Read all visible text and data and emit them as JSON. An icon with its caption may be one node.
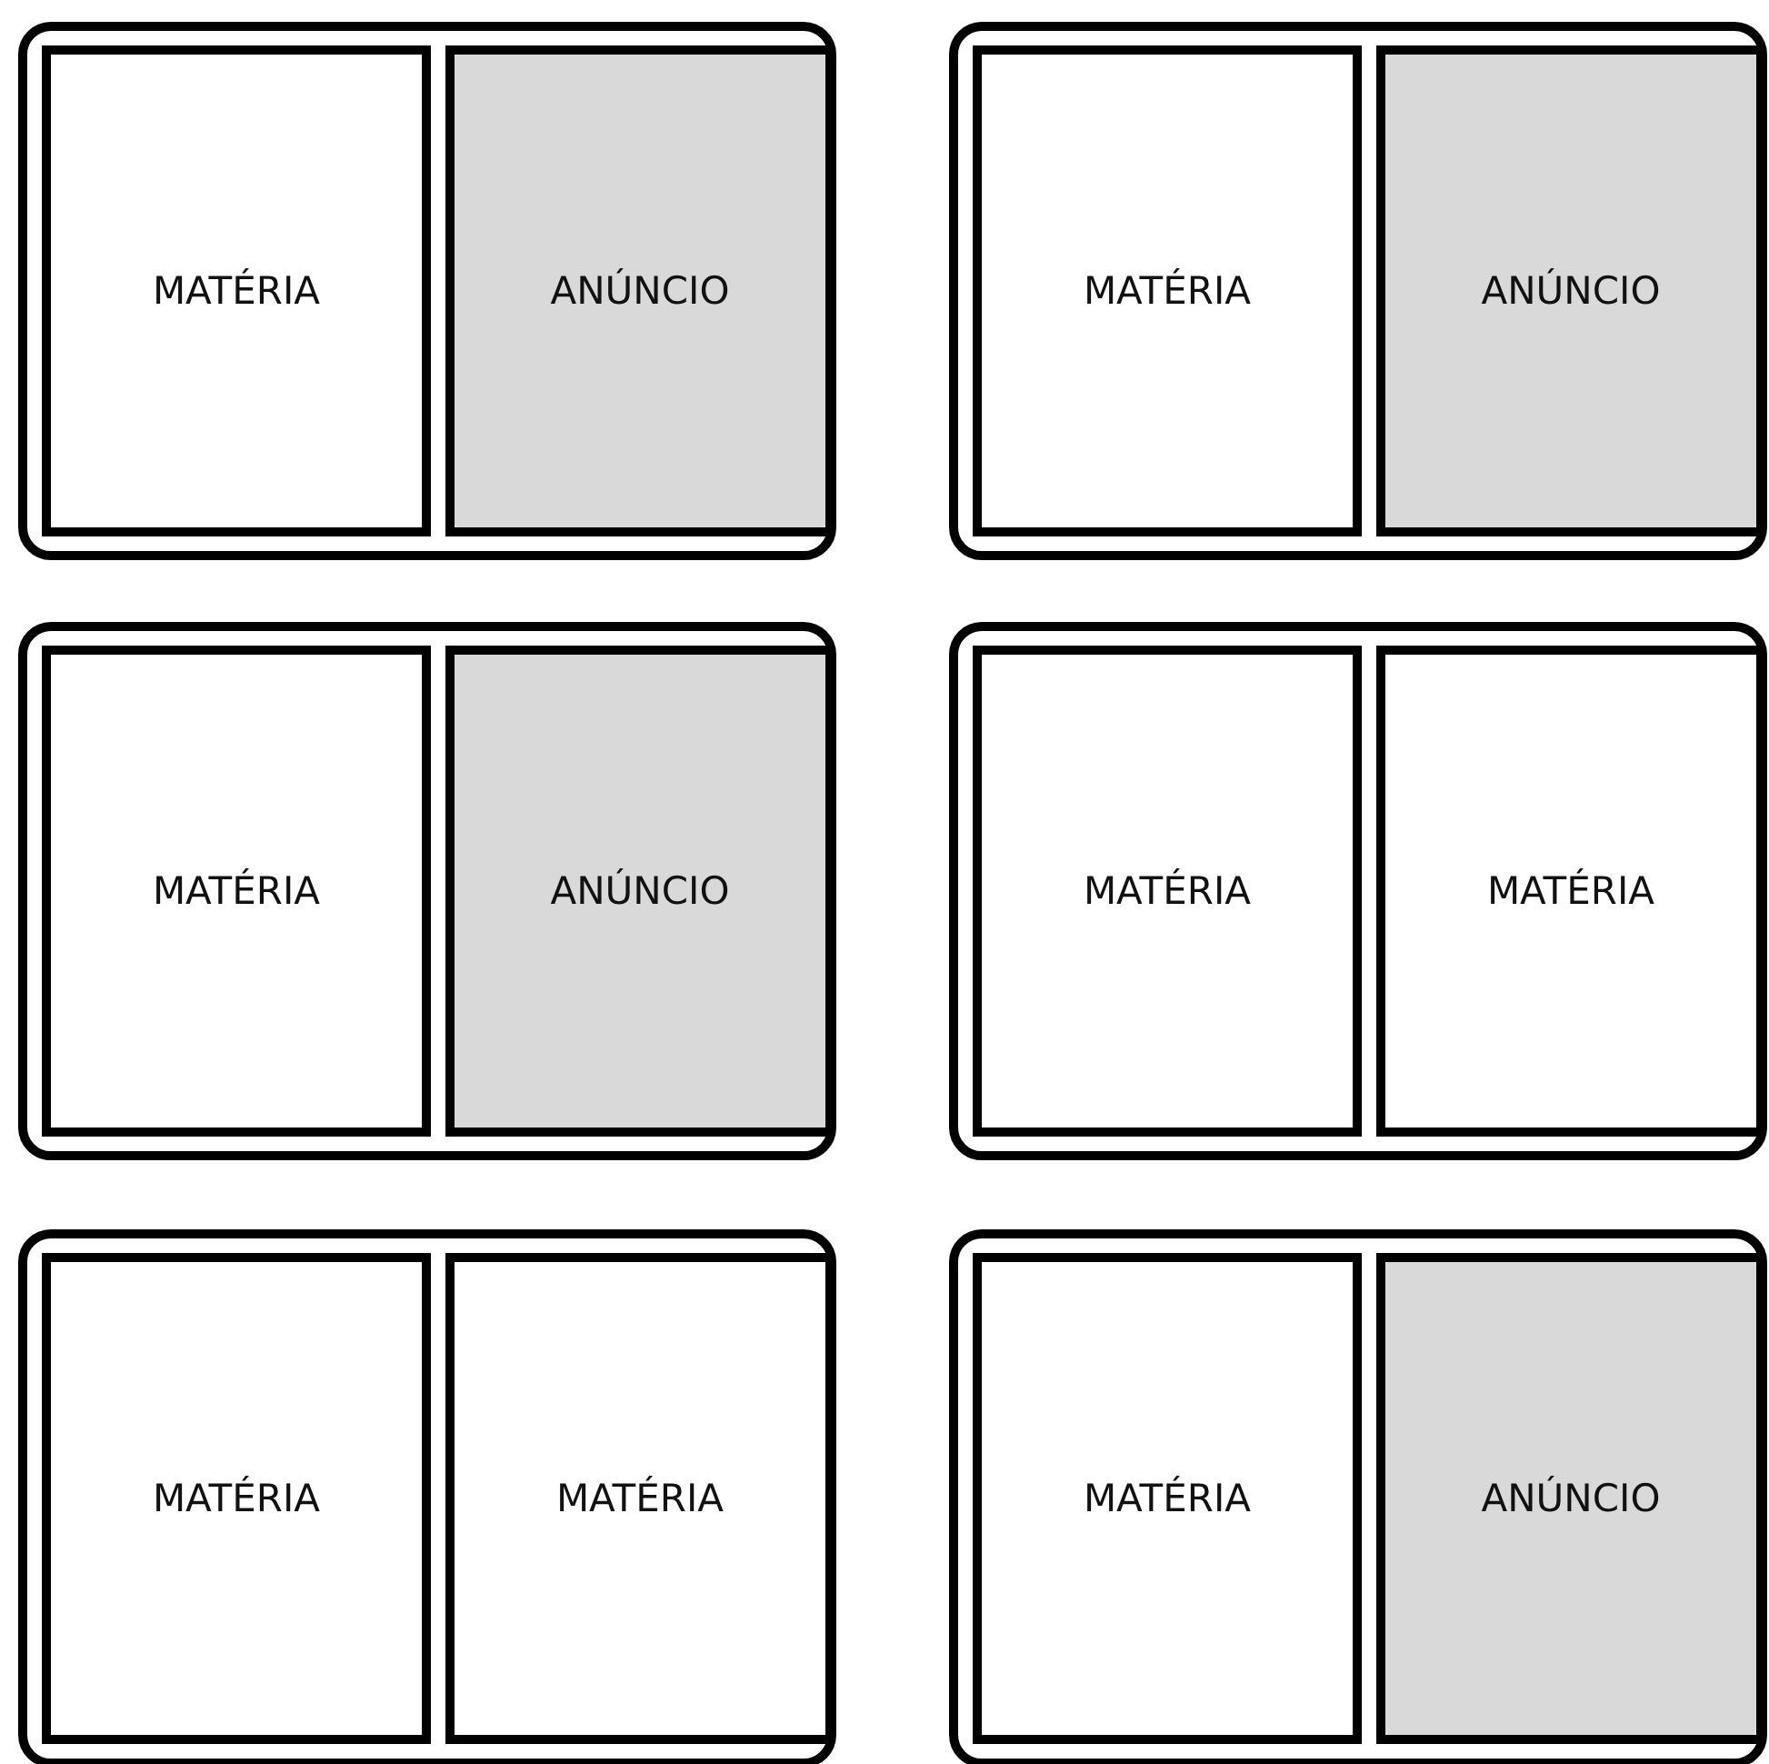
{
  "diagram": {
    "nodes": [
      {
        "text": [],
        "shape": "box"
      },
      {
        "text": [
          "MATÉRIA"
        ],
        "in": 0
      },
      {
        "text": [
          "ANÚNCIO"
        ],
        "in": 0
      },
      {
        "text": [],
        "shape": "box"
      },
      {
        "text": [
          "MATÉRIA"
        ],
        "in": 3
      },
      {
        "text": [
          "ANÚNCIO"
        ],
        "in": 3
      },
      {
        "text": [],
        "shape": "box"
      },
      {
        "text": [
          "MATÉRIA"
        ],
        "in": 6
      },
      {
        "text": [
          "ANÚNCIO"
        ],
        "in": 6
      },
      {
        "text": [],
        "shape": "box"
      },
      {
        "text": [
          "MATÉRIA"
        ],
        "in": 9
      },
      {
        "text": [
          "MATÉRIA"
        ],
        "in": 9
      },
      {
        "text": [],
        "shape": "box"
      },
      {
        "text": [
          "MATÉRIA"
        ],
        "in": 12
      },
      {
        "text": [
          "MATÉRIA"
        ],
        "in": 12
      },
      {
        "text": [],
        "shape": "box"
      },
      {
        "text": [
          "MATÉRIA"
        ],
        "in": 15
      },
      {
        "text": [
          "ANÚNCIO"
        ],
        "in": 15
      }
    ]
  }
}
